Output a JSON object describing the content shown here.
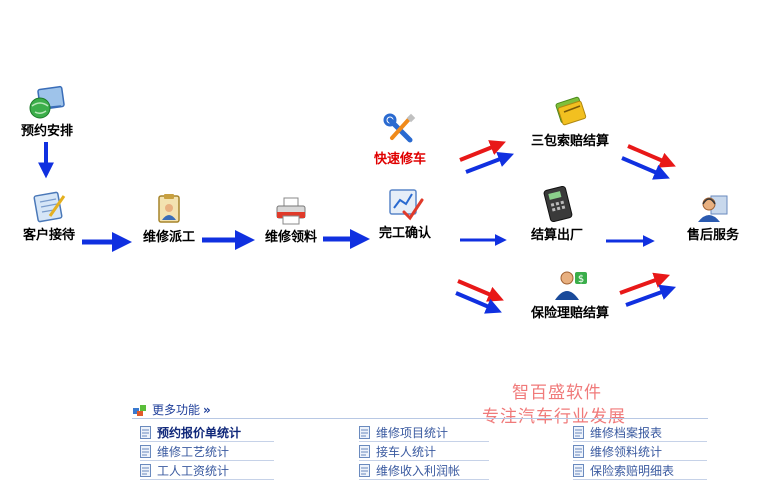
{
  "workflow": {
    "nodes": {
      "appointment": "预约安排",
      "reception": "客户接待",
      "dispatch": "维修派工",
      "materials": "维修领料",
      "quick_repair": "快速修车",
      "completion": "完工确认",
      "warranty_claim": "三包索赔结算",
      "checkout": "结算出厂",
      "insurance_claim": "保险理赔结算",
      "after_sales": "售后服务"
    }
  },
  "watermark": {
    "line1": "智百盛软件",
    "line2": "专注汽车行业发展"
  },
  "more": {
    "title": "更多功能",
    "arrow": "»",
    "columns": [
      [
        "预约报价单统计",
        "维修工艺统计",
        "工人工资统计"
      ],
      [
        "维修项目统计",
        "接车人统计",
        "维修收入利润帐"
      ],
      [
        "维修档案报表",
        "维修领料统计",
        "保险索赔明细表"
      ]
    ]
  },
  "colors": {
    "arrow_blue": "#1030e0",
    "arrow_red": "#e81818",
    "link": "#3a5aa0",
    "quick_label": "#e00000"
  }
}
